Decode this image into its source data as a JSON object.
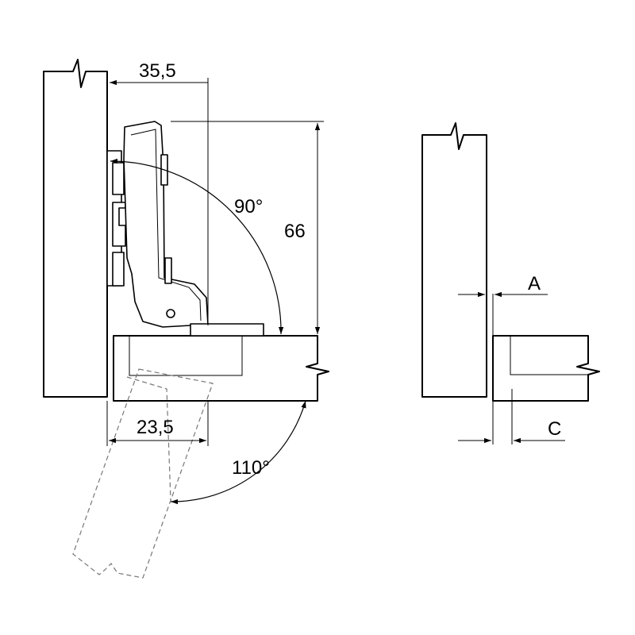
{
  "diagram": {
    "dimensions": {
      "cup_center_offset": "35,5",
      "height": "66",
      "cup_edge_offset": "23,5",
      "opening_angle_90": "90°",
      "opening_angle_110": "110°"
    },
    "labels": {
      "overlay": "A",
      "gap": "C"
    },
    "colors": {
      "line": "#000000",
      "dashed": "#777777",
      "background": "#ffffff"
    }
  }
}
